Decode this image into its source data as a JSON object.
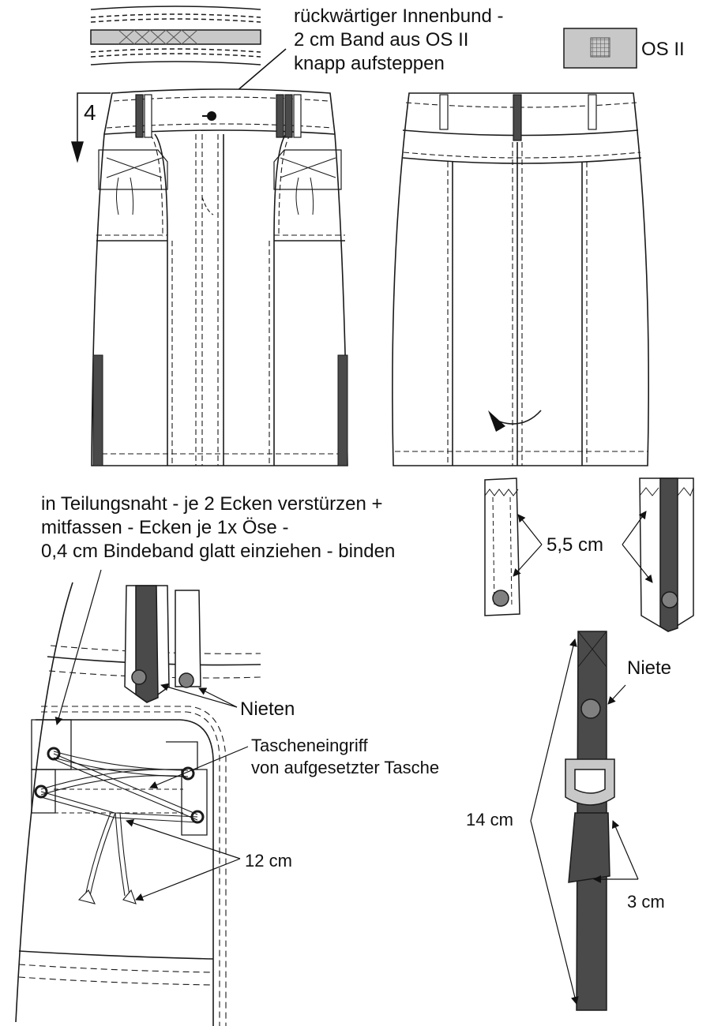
{
  "labels": {
    "innenbund_line1": "rückwärtiger Innenbund -",
    "innenbund_line2": "2 cm Band aus OS II",
    "innenbund_line3": "knapp aufsteppen",
    "os_legend": "OS II",
    "depth_number": "4",
    "teilungsnaht_line1": "in Teilungsnaht - je 2 Ecken verstürzen +",
    "teilungsnaht_line2": "mitfassen - Ecken je 1x Öse -",
    "teilungsnaht_line3": "0,4 cm Bindeband glatt einziehen - binden",
    "loop_measure": "5,5 cm",
    "niete": "Niete",
    "nieten": "Nieten",
    "taschen_line1": "Tascheneingriff",
    "taschen_line2": "von aufgesetzter Tasche",
    "tie_measure": "12 cm",
    "strap_length": "14 cm",
    "strap_width": "3 cm"
  },
  "colors": {
    "line": "#1a1a1a",
    "fabric": "#ffffff",
    "contrast_os2": "#c8c8c8",
    "dark_strap": "#4a4a4a",
    "rivet": "#808080"
  }
}
